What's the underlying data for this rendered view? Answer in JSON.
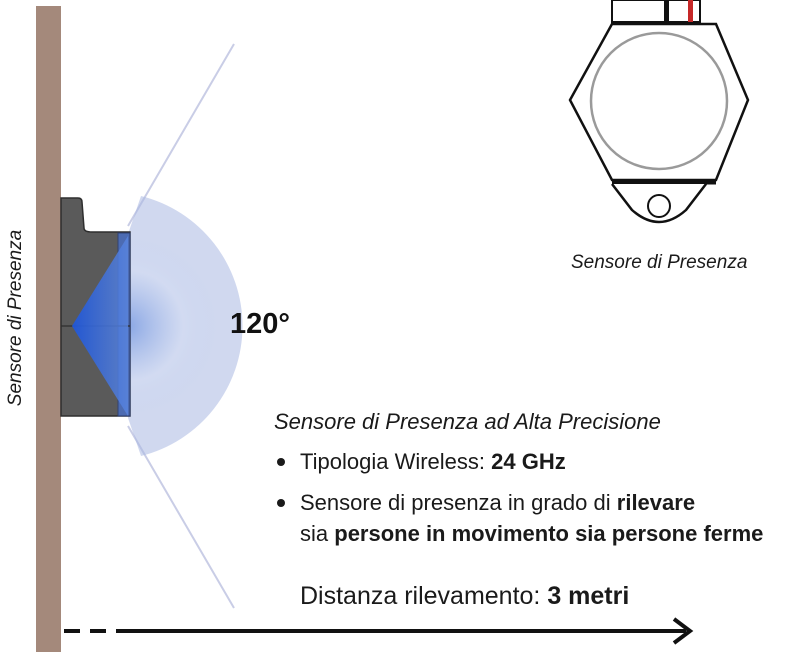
{
  "vertical_label": "Sensore di Presenza",
  "angle_label": "120°",
  "device_caption": "Sensore di Presenza",
  "info_title": "Sensore di Presenza ad Alta Precisione",
  "features": [
    {
      "label": "Tipologia Wireless: ",
      "value": "24 GHz"
    },
    {
      "line1_prefix": "Sensore di presenza in grado di ",
      "line1_bold": "rilevare",
      "line2_prefix": "sia ",
      "line2_bold": "persone in movimento sia persone ferme"
    }
  ],
  "distance": {
    "label": "Distanza rilevamento: ",
    "value": "3 metri"
  },
  "colors": {
    "wall": "#a4897b",
    "sensor_body": "#5a5a5a",
    "detection_blue": "#2a5fcf",
    "cone_lines": "#c9cde6",
    "text": "#1a1a1a"
  },
  "icons": [
    "wall-mounted-sensor-side-view",
    "sensor-top-view-icon",
    "arrow-right-icon"
  ]
}
